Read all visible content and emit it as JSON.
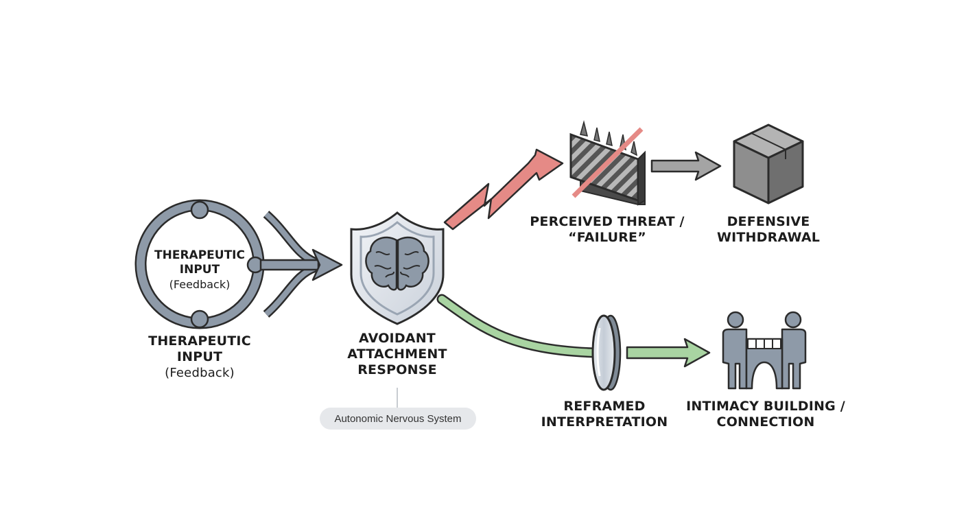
{
  "nodes": {
    "input_circle": {
      "line1": "THERAPEUTIC",
      "line2": "INPUT",
      "sub": "(Feedback)"
    },
    "input_label": {
      "line1": "THERAPEUTIC",
      "line2": "INPUT",
      "sub": "(Feedback)"
    },
    "avoidant": {
      "line1": "AVOIDANT",
      "line2": "ATTACHMENT",
      "line3": "RESPONSE"
    },
    "autonomic": {
      "label": "Autonomic Nervous System"
    },
    "threat": {
      "line1": "PERCEIVED THREAT /",
      "line2": "“FAILURE”"
    },
    "withdrawal": {
      "line1": "DEFENSIVE",
      "line2": "WITHDRAWAL"
    },
    "reframed": {
      "line1": "REFRAMED",
      "line2": "INTERPRETATION"
    },
    "intimacy": {
      "line1": "INTIMACY BUILDING /",
      "line2": "CONNECTION"
    }
  },
  "colors": {
    "steel": "#8e9aa8",
    "outline": "#2b2b2b",
    "threat_arrow": "#e58a86",
    "reframe_arrow": "#a9d4a2",
    "gray_arrow": "#9a9a9a",
    "shield_fill": "#d9dee6",
    "pill_bg": "#e6e8eb"
  },
  "icons": [
    "cycle-ring-icon",
    "merge-arrow-icon",
    "shield-brain-icon",
    "lightning-arrow-icon",
    "broken-wall-icon",
    "box-icon",
    "lens-icon",
    "people-bridge-icon"
  ]
}
